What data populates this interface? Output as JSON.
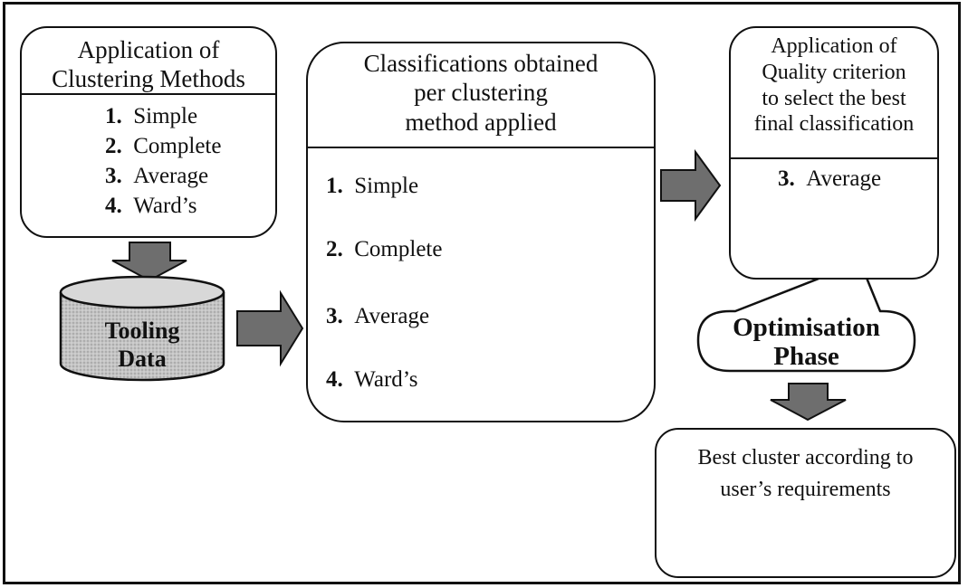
{
  "colors": {
    "arrow_fill": "#6e6e6e",
    "card_fill": "#5a5a5a",
    "db_fill": "#bdbdbd",
    "stroke": "#111111"
  },
  "clustering_box": {
    "title_line1": "Application of",
    "title_line2": "Clustering Methods",
    "items": [
      {
        "num": "1.",
        "label": "Simple"
      },
      {
        "num": "2.",
        "label": "Complete"
      },
      {
        "num": "3.",
        "label": "Average"
      },
      {
        "num": "4.",
        "label": "Ward’s"
      }
    ]
  },
  "database": {
    "line1": "Tooling",
    "line2": "Data",
    "icon": "database-cylinder-icon"
  },
  "classifications_box": {
    "title_line1": "Classifications obtained",
    "title_line2": "per clustering",
    "title_line3": "method applied",
    "rows": [
      {
        "num": "1.",
        "label": "Simple"
      },
      {
        "num": "2.",
        "label": "Complete"
      },
      {
        "num": "3.",
        "label": "Average"
      },
      {
        "num": "4.",
        "label": "Ward’s"
      }
    ]
  },
  "quality_box": {
    "title_line1": "Application of",
    "title_line2": "Quality criterion",
    "title_line3": "to select the best",
    "title_line4": "final classification",
    "result_num": "3.",
    "result_label": "Average"
  },
  "callout": {
    "line1": "Optimisation",
    "line2": "Phase"
  },
  "best_box": {
    "line1": "Best cluster according to",
    "line2": "user’s requirements",
    "icon": "cluster-parallelogram-icon"
  }
}
